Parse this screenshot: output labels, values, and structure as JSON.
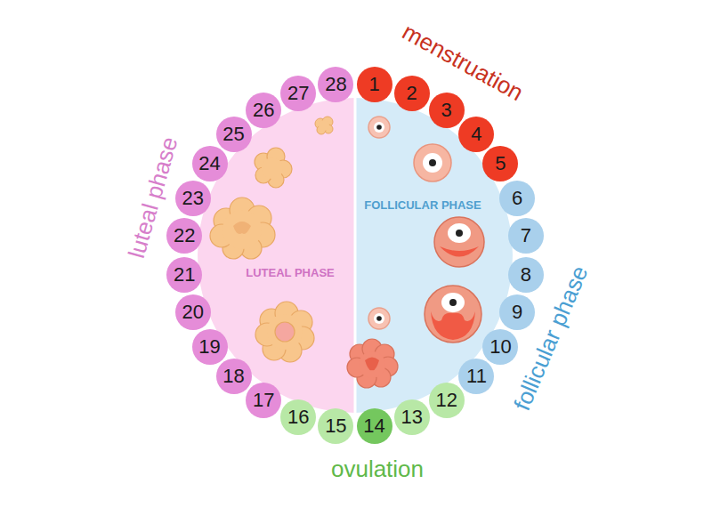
{
  "diagram": {
    "nodes": [
      {
        "text": [
          "1"
        ]
      },
      {
        "text": [
          "2"
        ]
      },
      {
        "text": [
          "3"
        ]
      },
      {
        "text": [
          "4"
        ]
      },
      {
        "text": [
          "5"
        ]
      },
      {
        "text": [
          "6"
        ]
      },
      {
        "text": [
          "7"
        ]
      },
      {
        "text": [
          "8"
        ]
      },
      {
        "text": [
          "9"
        ]
      },
      {
        "text": [
          "10"
        ]
      },
      {
        "text": [
          "11"
        ]
      },
      {
        "text": [
          "12"
        ]
      },
      {
        "text": [
          "13"
        ]
      },
      {
        "text": [
          "14"
        ]
      },
      {
        "text": [
          "15"
        ]
      },
      {
        "text": [
          "16"
        ]
      },
      {
        "text": [
          "17"
        ]
      },
      {
        "text": [
          "18"
        ]
      },
      {
        "text": [
          "19"
        ]
      },
      {
        "text": [
          "20"
        ]
      },
      {
        "text": [
          "21"
        ]
      },
      {
        "text": [
          "22"
        ]
      },
      {
        "text": [
          "23"
        ]
      },
      {
        "text": [
          "24"
        ]
      },
      {
        "text": [
          "25"
        ]
      },
      {
        "text": [
          "26"
        ]
      },
      {
        "text": [
          "27"
        ]
      },
      {
        "text": [
          "28"
        ]
      }
    ],
    "labels": [
      "menstruation",
      "follicular phase",
      "ovulation",
      "luteal phase",
      "FOLLICULAR PHASE",
      "LUTEAL PHASE"
    ]
  }
}
